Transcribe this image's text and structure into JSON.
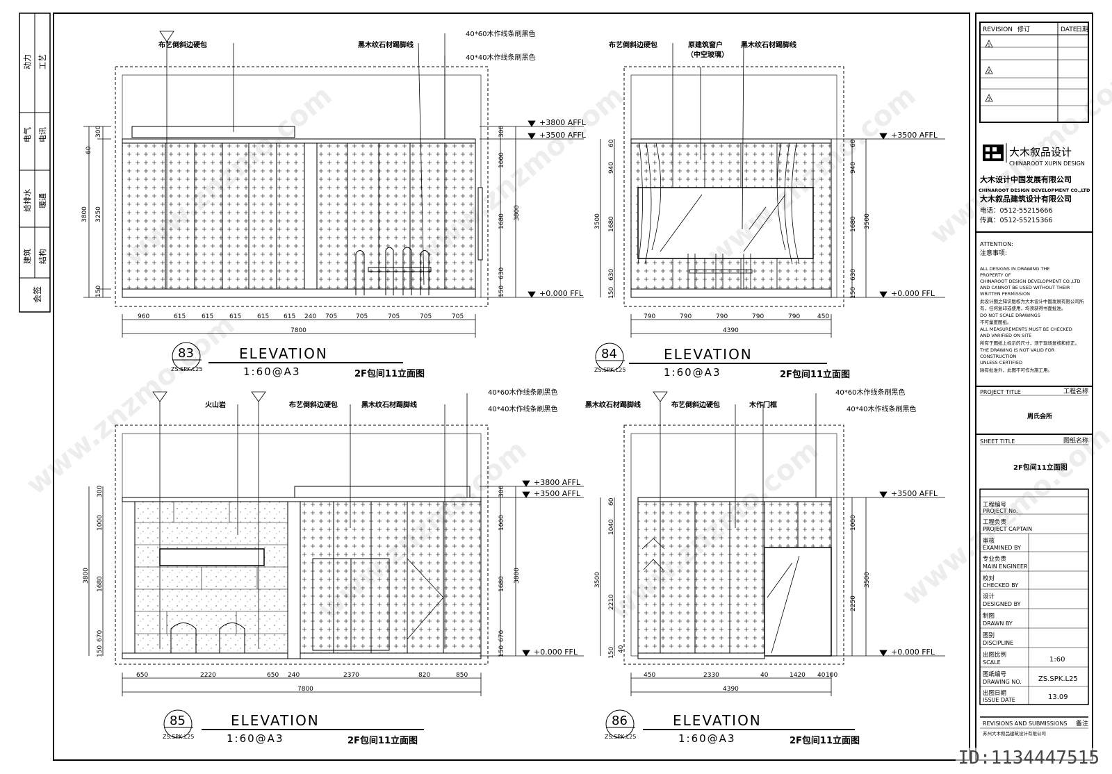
{
  "left_strip": {
    "rows": [
      {
        "a": "动力",
        "b": "工艺"
      },
      {
        "a": "电气",
        "b": "电讯"
      },
      {
        "a": "给排水",
        "b": "暖通"
      },
      {
        "a": "建筑",
        "b": "结构"
      }
    ],
    "sign": "会签"
  },
  "elevations": [
    {
      "num": "83",
      "ref": "ZS.SPK.L25",
      "title": "ELEVATION",
      "scale": "1:60@A3",
      "name": "2F包间11立面图",
      "labels": [
        "布艺倒斜边硬包",
        "黑木纹石材踢脚线",
        "40*60木作线条刷黑色",
        "40*40木作线条刷黑色"
      ],
      "levels": [
        "+3800 AFFL",
        "+3500 AFFL",
        "+0.000 FFL"
      ],
      "dims_bottom": [
        "960",
        "615",
        "615",
        "615",
        "615",
        "615",
        "240",
        "705",
        "705",
        "705",
        "705",
        "705"
      ],
      "total": "7800",
      "dims_left_outer": [
        "300",
        "3250",
        "150"
      ],
      "dims_left_inner": [
        "60",
        "3800"
      ],
      "dims_right": [
        "300",
        "1000",
        "1680",
        "630",
        "150"
      ],
      "dims_right2": [
        "3800"
      ]
    },
    {
      "num": "84",
      "ref": "ZS.SPK.L25",
      "title": "ELEVATION",
      "scale": "1:60@A3",
      "name": "2F包间11立面图",
      "labels": [
        "布艺倒斜边硬包",
        "原建筑窗户",
        "（中空玻璃）",
        "黑木纹石材踢脚线"
      ],
      "levels": [
        "+3500 AFFL",
        "+0.000 FFL"
      ],
      "dims_bottom": [
        "790",
        "790",
        "790",
        "790",
        "790",
        "450"
      ],
      "total": "4390",
      "dims_left": [
        "60",
        "940",
        "1680",
        "630",
        "150",
        "3500"
      ],
      "dims_right": [
        "60",
        "940",
        "1680",
        "630",
        "150",
        "3500"
      ]
    },
    {
      "num": "85",
      "ref": "ZS.SPK.L25",
      "title": "ELEVATION",
      "scale": "1:60@A3",
      "name": "2F包间11立面图",
      "labels": [
        "火山岩",
        "布艺倒斜边硬包",
        "黑木纹石材踢脚线",
        "40*60木作线条刷黑色",
        "40*40木作线条刷黑色"
      ],
      "levels": [
        "+3800 AFFL",
        "+3500 AFFL",
        "+0.000 FFL"
      ],
      "dims_bottom": [
        "650",
        "2220",
        "650",
        "240",
        "2370",
        "820",
        "850"
      ],
      "total": "7800",
      "dims_left": [
        "300",
        "1000",
        "1680",
        "670",
        "150",
        "3800"
      ],
      "dims_right": [
        "300",
        "1000",
        "1680",
        "670",
        "150",
        "3800"
      ]
    },
    {
      "num": "86",
      "ref": "ZS.SPK.L25",
      "title": "ELEVATION",
      "scale": "1:60@A3",
      "name": "2F包间11立面图",
      "labels": [
        "黑木纹石材踢脚线",
        "布艺倒斜边硬包",
        "木作门框",
        "40*60木作线条刷黑色",
        "40*40木作线条刷黑色"
      ],
      "levels": [
        "+3500 AFFL",
        "+0.000 FFL"
      ],
      "dims_bottom": [
        "450",
        "2330",
        "40",
        "1420",
        "40",
        "100"
      ],
      "total": "4390",
      "dims_left": [
        "60",
        "1040",
        "2210",
        "150",
        "40",
        "3500"
      ],
      "dims_right": [
        "1000",
        "2250",
        "3500"
      ]
    }
  ],
  "title_block": {
    "revision": "REVISION",
    "revision_cn": "修订",
    "date": "DATE",
    "date_cn": "日期",
    "rev_marks": [
      "1",
      "2",
      "3"
    ],
    "logo_cn": "大木叙品设计",
    "logo_en": "CHINAROOT XUPIN DESIGN",
    "company1": "大木设计中国发展有限公司",
    "company1_en": "CHINAROOT DESIGN DEVELOPMENT CO.,LTD",
    "company2": "大木叙品建筑设计有限公司",
    "tel": "电话：0512-55215666",
    "fax": "传真：0512-55215366",
    "attention": "ATTENTION:",
    "attention_cn": "注意事项:",
    "notes": [
      "ALL DESIGNS IN DRAWING THE",
      "PROPERTY OF",
      "CHINAROOT DESIGN DEVELOPMENT CO.,LTD",
      "AND CANNOT BE USED WITHOUT THEIR",
      "WRITTEN PERMISSION",
      "此设计图之知识版权为大木设计中国发展有限公司所",
      "有，任何复印或使用，均须获得书面批准。",
      "DO NOT SCALE DRAWINGS",
      "不可量度图纸。",
      "ALL MEASUREMENTS MUST BE CHECKED",
      "AND VARIFIED ON SITE",
      "所有于图纸上标示的尺寸，须于现场复核和修正。",
      "THE DRAWING IS NOT VALID FOR",
      "CONSTRUCTION",
      "UNLESS CERTIFIED",
      "除有批准外，此图不可作为施工用。"
    ],
    "project_title": "PROJECT TITLE",
    "project_title_cn": "工程名称",
    "project_name": "周氏会所",
    "sheet_title": "SHEET TITLE",
    "sheet_title_cn": "图纸名称",
    "sheet_name": "2F包间11立面图",
    "rows": [
      {
        "cn": "工程编号",
        "en": "PROJECT No.",
        "val": ""
      },
      {
        "cn": "工程负责",
        "en": "PROJECT CAPTAIN",
        "val": ""
      },
      {
        "cn": "审核",
        "en": "EXAMINED BY",
        "val": ""
      },
      {
        "cn": "专业负责",
        "en": "MAIN ENGINEER",
        "val": ""
      },
      {
        "cn": "校对",
        "en": "CHECKED BY",
        "val": ""
      },
      {
        "cn": "设计",
        "en": "DESIGNED BY",
        "val": ""
      },
      {
        "cn": "制图",
        "en": "DRAWN BY",
        "val": ""
      },
      {
        "cn": "图别",
        "en": "DISCIPLINE",
        "val": ""
      },
      {
        "cn": "出图比例",
        "en": "SCALE",
        "val": "1:60"
      },
      {
        "cn": "图纸编号",
        "en": "DRAWING NO.",
        "val": "ZS.SPK.L25"
      },
      {
        "cn": "出图日期",
        "en": "ISSUE DATE",
        "val": "13.09"
      }
    ],
    "revisions_label": "REVISIONS AND SUBMISSIONS",
    "revisions_cn": "备注",
    "footer": "苏州大木叙品建筑设计有限公司"
  },
  "watermark": "www.znzmo.com",
  "id_tag": "ID:1134447515"
}
